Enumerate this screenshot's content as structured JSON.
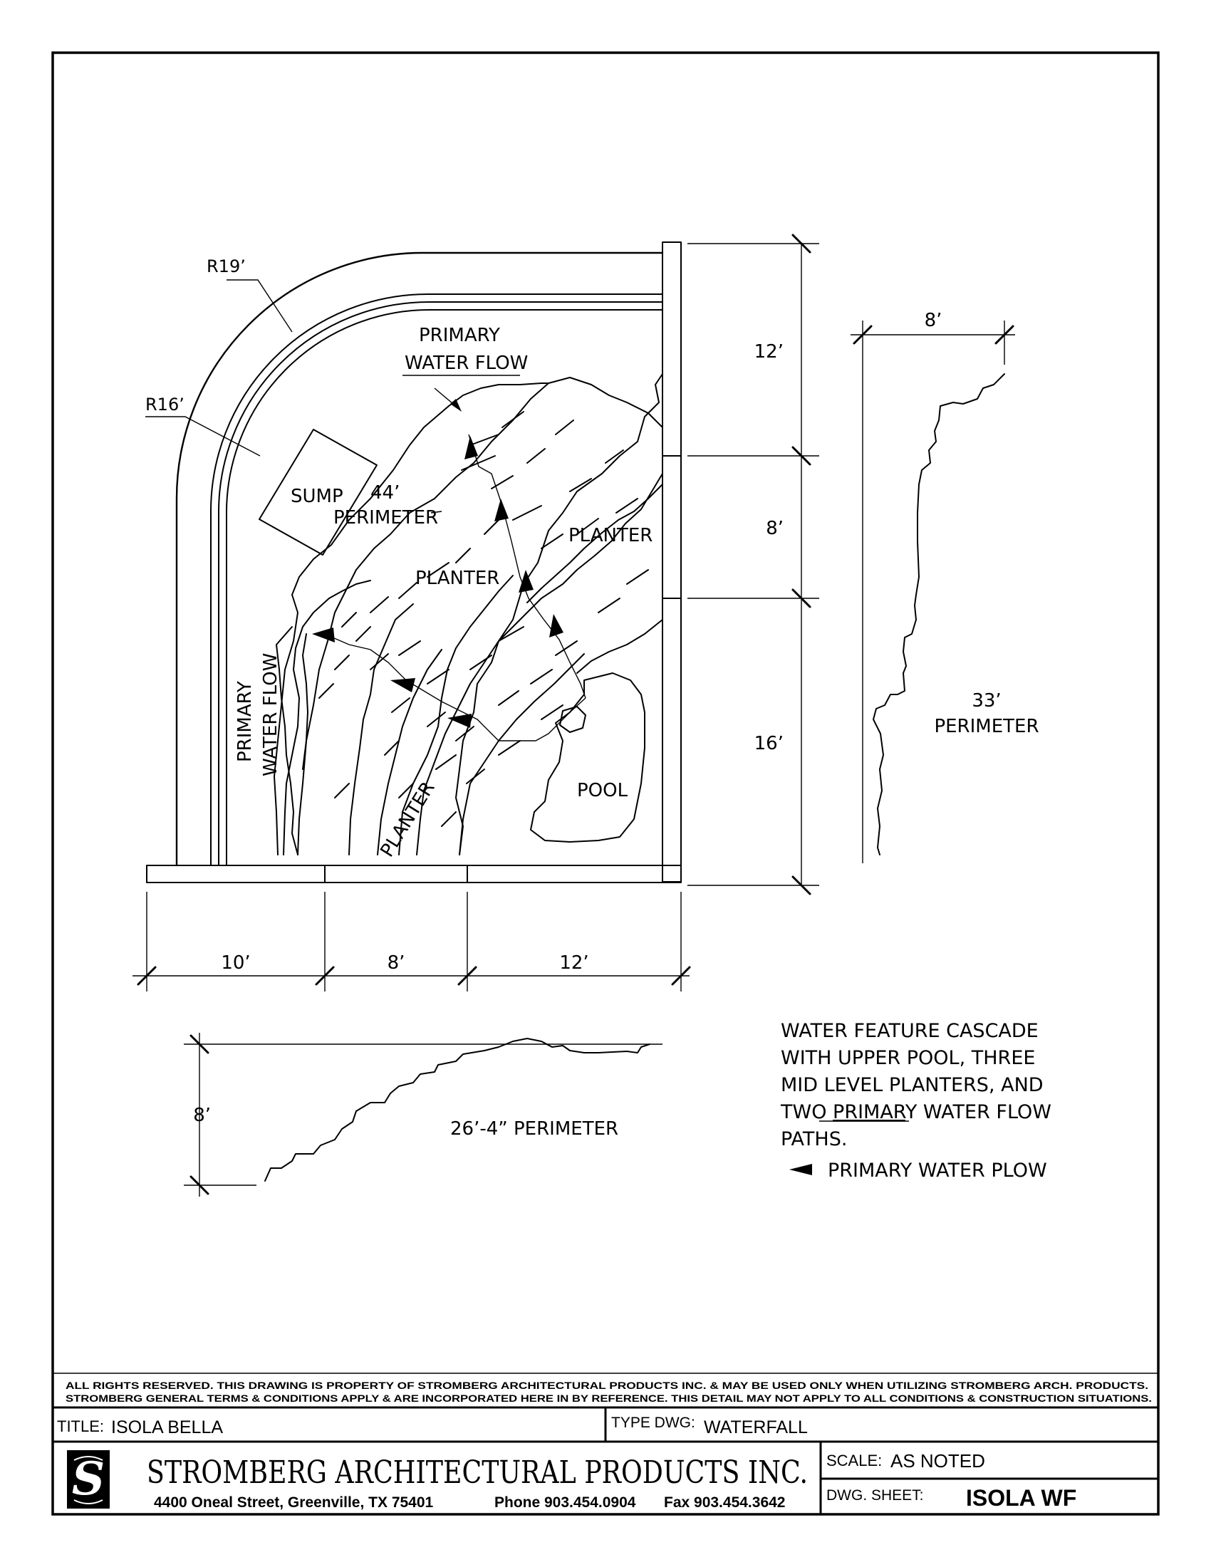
{
  "plan": {
    "labels": {
      "r19": "R19’",
      "r16": "R16’",
      "primary_flow_top_line1": "PRIMARY",
      "primary_flow_top_line2": "WATER FLOW",
      "sump": "SUMP",
      "perimeter_44_line1": "44’",
      "perimeter_44_line2": "PERIMETER",
      "planter_right": "PLANTER",
      "planter_mid": "PLANTER",
      "planter_bottom": "PLANTER",
      "pool": "POOL",
      "primary_flow_left_line1": "PRIMARY",
      "primary_flow_left_line2": "WATER FLOW"
    },
    "dims_right": [
      "12’",
      "8’",
      "16’"
    ],
    "dims_bottom": [
      "10’",
      "8’",
      "12’"
    ]
  },
  "side_profile": {
    "width_dim": "8’",
    "perimeter_line1": "33’",
    "perimeter_line2": "PERIMETER"
  },
  "bottom_profile": {
    "height_dim": "8’",
    "perimeter": "26’-4” PERIMETER"
  },
  "notes": {
    "line1": "WATER FEATURE CASCADE",
    "line2": "WITH UPPER POOL, THREE",
    "line3": "MID LEVEL PLANTERS, AND",
    "line4_a": "TWO ",
    "line4_b": "PRIMAR",
    "line4_c": "Y WATER FLOW",
    "line5": "PATHS.",
    "legend": "PRIMARY WATER PLOW"
  },
  "title_block": {
    "rights_line1": "ALL RIGHTS RESERVED. THIS DRAWING IS PROPERTY OF STROMBERG ARCHITECTURAL PRODUCTS INC. & MAY BE USED ONLY WHEN UTILIZING STROMBERG ARCH. PRODUCTS.",
    "rights_line2": "STROMBERG GENERAL TERMS & CONDITIONS APPLY & ARE INCORPORATED HERE IN BY REFERENCE. THIS DETAIL MAY NOT APPLY TO ALL CONDITIONS & CONSTRUCTION SITUATIONS.",
    "title_label": "TITLE:",
    "title_value": "ISOLA BELLA",
    "type_label": "TYPE DWG:",
    "type_value": "WATERFALL",
    "company": "STROMBERG ARCHITECTURAL PRODUCTS INC.",
    "address": "4400 Oneal Street, Greenville, TX  75401",
    "phone": "Phone 903.454.0904",
    "fax": "Fax 903.454.3642",
    "scale_label": "SCALE:",
    "scale_value": "AS NOTED",
    "sheet_label": "DWG. SHEET:",
    "sheet_value": "ISOLA WF"
  }
}
